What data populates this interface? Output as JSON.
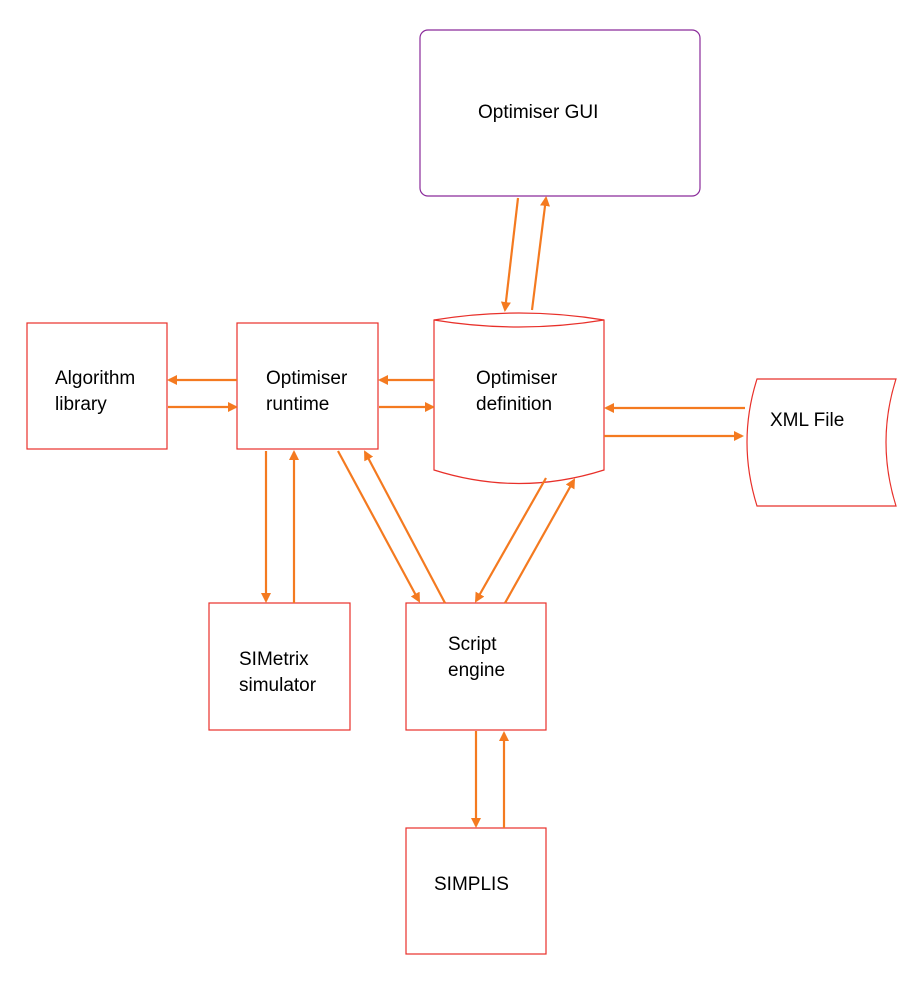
{
  "colors": {
    "box_stroke": "#e8302a",
    "gui_stroke": "#8a2a9a",
    "arrow": "#f47a20",
    "text": "#000000"
  },
  "nodes": {
    "optimiser_gui": {
      "line1": "Optimiser GUI"
    },
    "algorithm_library": {
      "line1": "Algorithm",
      "line2": "library"
    },
    "optimiser_runtime": {
      "line1": "Optimiser",
      "line2": "runtime"
    },
    "optimiser_definition": {
      "line1": "Optimiser",
      "line2": "definition"
    },
    "xml_file": {
      "line1": "XML File"
    },
    "simetrix_simulator": {
      "line1": "SIMetrix",
      "line2": "simulator"
    },
    "script_engine": {
      "line1": "Script",
      "line2": "engine"
    },
    "simplis": {
      "line1": "SIMPLIS"
    }
  },
  "edges": [
    {
      "from": "optimiser_gui",
      "to": "optimiser_definition"
    },
    {
      "from": "optimiser_definition",
      "to": "optimiser_gui"
    },
    {
      "from": "optimiser_runtime",
      "to": "algorithm_library"
    },
    {
      "from": "algorithm_library",
      "to": "optimiser_runtime"
    },
    {
      "from": "optimiser_definition",
      "to": "optimiser_runtime"
    },
    {
      "from": "optimiser_runtime",
      "to": "optimiser_definition"
    },
    {
      "from": "xml_file",
      "to": "optimiser_definition"
    },
    {
      "from": "optimiser_definition",
      "to": "xml_file"
    },
    {
      "from": "optimiser_runtime",
      "to": "simetrix_simulator"
    },
    {
      "from": "simetrix_simulator",
      "to": "optimiser_runtime"
    },
    {
      "from": "optimiser_runtime",
      "to": "script_engine"
    },
    {
      "from": "script_engine",
      "to": "optimiser_runtime"
    },
    {
      "from": "optimiser_definition",
      "to": "script_engine"
    },
    {
      "from": "script_engine",
      "to": "optimiser_definition"
    },
    {
      "from": "script_engine",
      "to": "simplis"
    },
    {
      "from": "simplis",
      "to": "script_engine"
    }
  ]
}
